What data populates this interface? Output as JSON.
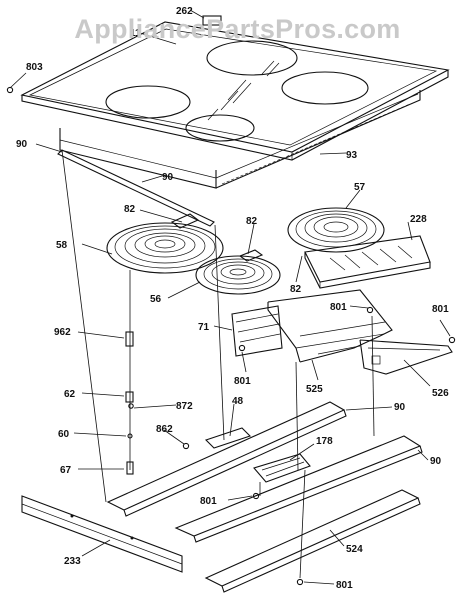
{
  "watermark": "AppliancePartsPros.com",
  "labels": {
    "l262": "262",
    "l11": "11",
    "l803": "803",
    "l90a": "90",
    "l90b": "90",
    "l93": "93",
    "l57": "57",
    "l228": "228",
    "l82a": "82",
    "l82b": "82",
    "l82c": "82",
    "l58": "58",
    "l56": "56",
    "l801a": "801",
    "l801b": "801",
    "l962": "962",
    "l71": "71",
    "l801c": "801",
    "l525": "525",
    "l526": "526",
    "l62": "62",
    "l872": "872",
    "l48": "48",
    "l90c": "90",
    "l862": "862",
    "l60": "60",
    "l178": "178",
    "l90d": "90",
    "l67": "67",
    "l801d": "801",
    "l233": "233",
    "l524": "524",
    "l801e": "801"
  }
}
